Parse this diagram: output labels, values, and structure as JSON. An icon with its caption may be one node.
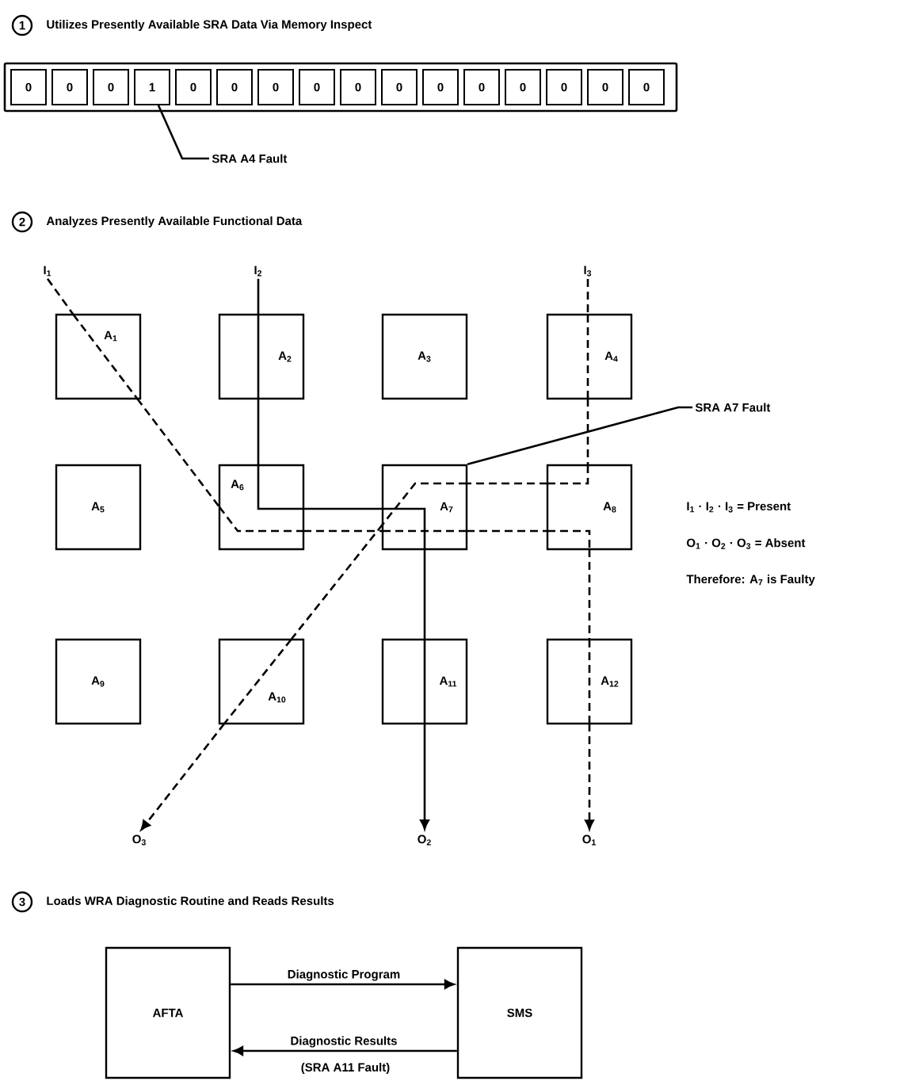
{
  "diagram": {
    "nodes": [
      {
        "text": [],
        "shape": "box"
      },
      {
        "text": [
          "0"
        ],
        "in": 0
      },
      {
        "text": [
          "0"
        ],
        "in": 0
      },
      {
        "text": [
          "0"
        ],
        "in": 0
      },
      {
        "text": [
          "1"
        ],
        "in": 0
      },
      {
        "text": [
          "0"
        ],
        "in": 0
      },
      {
        "text": [
          "0"
        ],
        "in": 0
      },
      {
        "text": [
          "0"
        ],
        "in": 0
      },
      {
        "text": [
          "0"
        ],
        "in": 0
      },
      {
        "text": [
          "0"
        ],
        "in": 0
      },
      {
        "text": [
          "0"
        ],
        "in": 0
      },
      {
        "text": [
          "0"
        ],
        "in": 0
      },
      {
        "text": [
          "0"
        ],
        "in": 0
      },
      {
        "text": [
          "0"
        ],
        "in": 0
      },
      {
        "text": [
          "0"
        ],
        "in": 0
      },
      {
        "text": [
          "0"
        ],
        "in": 0
      },
      {
        "text": [
          "0"
        ],
        "in": 0
      },
      {
        "text": [
          "SRA A4 Fault"
        ]
      },
      {
        "text": [
          "I$_{1}$"
        ]
      },
      {
        "text": [
          "I$_{2}$"
        ]
      },
      {
        "text": [
          "I$_{3}$"
        ]
      },
      {
        "text": [
          "A$_{1}$"
        ]
      },
      {
        "text": [
          "A$_{2}$"
        ]
      },
      {
        "text": [
          "A$_{3}$"
        ]
      },
      {
        "text": [
          "A$_{4}$"
        ]
      },
      {
        "text": [
          "A$_{5}$"
        ]
      },
      {
        "text": [
          "A$_{6}$"
        ]
      },
      {
        "text": [
          "A$_{7}$"
        ]
      },
      {
        "text": [
          "A$_{8}$"
        ]
      },
      {
        "text": [
          "A$_{9}$"
        ]
      },
      {
        "text": [
          "A$_{10}$"
        ]
      },
      {
        "text": [
          "A$_{11}$"
        ]
      },
      {
        "text": [
          "A$_{12}$"
        ]
      },
      {
        "text": [
          "SRA A7 Fault"
        ]
      },
      {
        "text": [
          "O$_{3}$"
        ]
      },
      {
        "text": [
          "O$_{2}$"
        ]
      },
      {
        "text": [
          "O$_{1}$"
        ]
      },
      {
        "text": [
          "AFTA"
        ]
      },
      {
        "text": [
          "SMS"
        ]
      }
    ],
    "edges": [
      {
        "from": 17,
        "to": 4,
        "arrow": "none"
      },
      {
        "from": 18,
        "to": 21,
        "arrow": "none",
        "style": "dashed"
      },
      {
        "from": 21,
        "to": 26,
        "arrow": "none",
        "style": "dashed"
      },
      {
        "from": 26,
        "to": 27,
        "arrow": "none",
        "style": "dashed"
      },
      {
        "from": 27,
        "to": 28,
        "arrow": "none",
        "style": "dashed"
      },
      {
        "from": 28,
        "to": 32,
        "arrow": "none",
        "style": "dashed"
      },
      {
        "from": 32,
        "to": 36,
        "arrow": "to",
        "style": "dashed"
      },
      {
        "from": 19,
        "to": 22,
        "arrow": "none"
      },
      {
        "from": 22,
        "to": 26,
        "arrow": "none"
      },
      {
        "from": 26,
        "to": 27,
        "arrow": "none"
      },
      {
        "from": 27,
        "to": 31,
        "arrow": "none"
      },
      {
        "from": 31,
        "to": 35,
        "arrow": "to"
      },
      {
        "from": 20,
        "to": 24,
        "arrow": "none",
        "style": "dashed"
      },
      {
        "from": 24,
        "to": 28,
        "arrow": "none",
        "style": "dashed"
      },
      {
        "from": 28,
        "to": 27,
        "arrow": "none",
        "style": "dashed"
      },
      {
        "from": 27,
        "to": 30,
        "arrow": "none",
        "style": "dashed"
      },
      {
        "from": 30,
        "to": 34,
        "arrow": "to",
        "style": "dashed"
      },
      {
        "from": 33,
        "to": 27,
        "arrow": "none"
      },
      {
        "from": 37,
        "to": 38,
        "arrow": "to",
        "label": "Diagnostic Program"
      },
      {
        "from": 38,
        "to": 37,
        "arrow": "to",
        "label": "Diagnostic Results"
      }
    ],
    "labels": [
      "1",
      "Utilizes Presently Available SRA Data Via Memory Inspect",
      "2",
      "Analyzes Presently Available Functional Data",
      "I$_{1}$ · I$_{2}$ · I$_{3}$ = Present",
      "O$_{1}$ · O$_{2}$ · O$_{3}$ = Absent",
      "Therefore: A$_{7}$ is Faulty",
      "3",
      "Loads WRA Diagnostic Routine and Reads Results",
      "(SRA A11 Fault)"
    ]
  }
}
